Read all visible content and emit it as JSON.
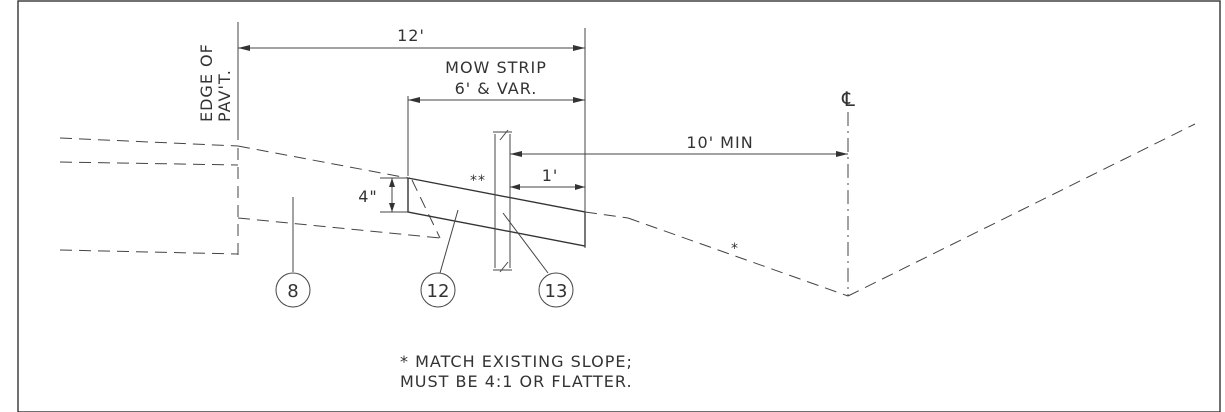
{
  "labels": {
    "edge_line1": "EDGE OF",
    "edge_line2": "PAV'T.",
    "dim_12": "12'",
    "mow_line1": "MOW STRIP",
    "mow_line2": "6' & VAR.",
    "centerline": "℄",
    "dim_10": "10' MIN",
    "dim_1": "1'",
    "dim_4": "4\"",
    "double_star": "**",
    "single_star": "*",
    "note_line1": "* MATCH EXISTING SLOPE;",
    "note_line2": "MUST BE 4:1 OR FLATTER."
  },
  "callouts": [
    "8",
    "12",
    "13"
  ]
}
